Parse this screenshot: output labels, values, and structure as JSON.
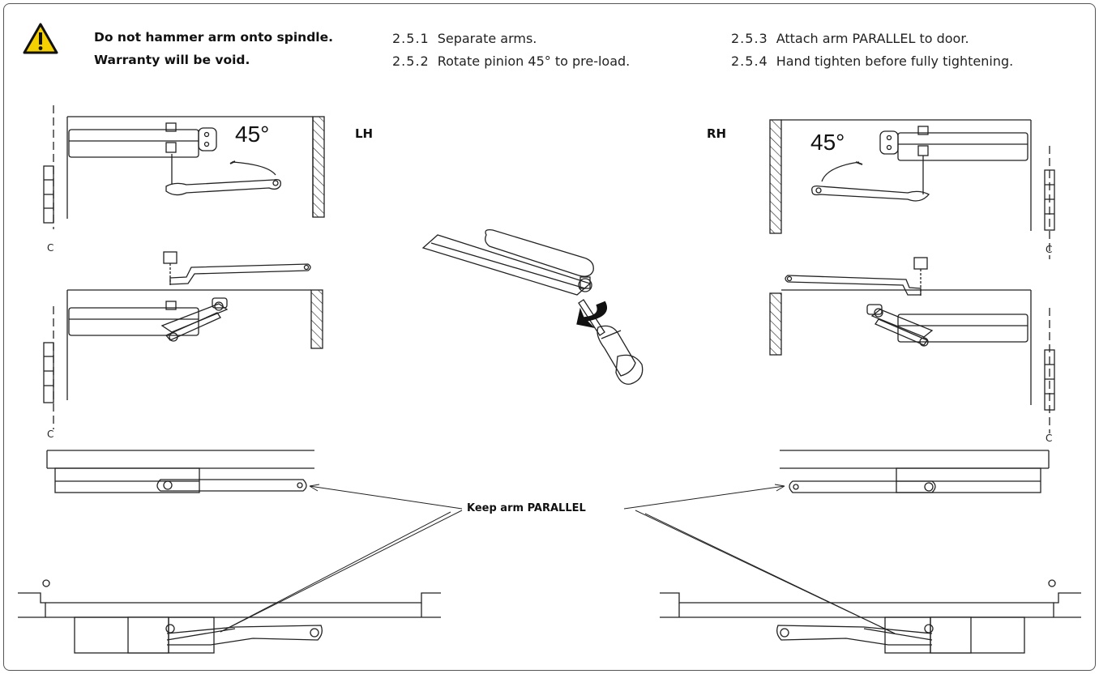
{
  "warning": {
    "line1": "Do not hammer arm onto spindle.",
    "line2": "Warranty will be void."
  },
  "steps_left": [
    {
      "num": "2.5.1",
      "text": "Separate arms."
    },
    {
      "num": "2.5.2",
      "text": "Rotate pinion 45° to pre-load."
    }
  ],
  "steps_right": [
    {
      "num": "2.5.3",
      "text": "Attach arm PARALLEL to door."
    },
    {
      "num": "2.5.4",
      "text": "Hand tighten before fully tightening."
    }
  ],
  "labels": {
    "lh": "LH",
    "rh": "RH",
    "angle_left": "45°",
    "angle_right": "45°",
    "callout": "Keep arm PARALLEL",
    "centerline": "CL"
  },
  "colors": {
    "warning_fill": "#f5d000",
    "line": "#222222"
  },
  "icons": [
    "warning-icon",
    "screwdriver-icon",
    "rotate-arrow-icon"
  ]
}
